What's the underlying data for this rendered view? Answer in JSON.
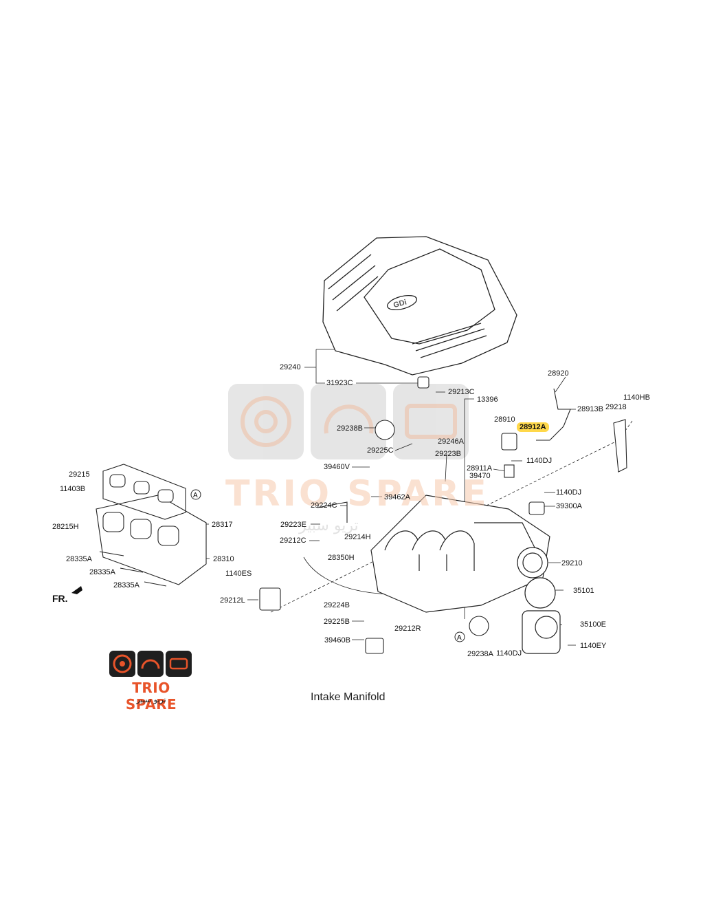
{
  "caption": "Intake Manifold",
  "front_marker": "FR.",
  "watermark": {
    "text": "TRIO SPARE",
    "arabic": "تريو سبير"
  },
  "logo": {
    "name": "TRIO SPARE",
    "arabic": "تريو سبير",
    "accent": "#e8542a",
    "tile_color": "#1f1f1f"
  },
  "colors": {
    "highlight": "#ffd84a",
    "line": "#222222"
  },
  "callouts": [
    {
      "text": "29240"
    },
    {
      "text": "31923C"
    },
    {
      "text": "29213C"
    },
    {
      "text": "13396"
    },
    {
      "text": "28920"
    },
    {
      "text": "28913B"
    },
    {
      "text": "1140HB"
    },
    {
      "text": "29218"
    },
    {
      "text": "28910"
    },
    {
      "text": "28912A",
      "highlight": true
    },
    {
      "text": "29238B"
    },
    {
      "text": "29246A"
    },
    {
      "text": "29225C"
    },
    {
      "text": "29223B"
    },
    {
      "text": "39460V"
    },
    {
      "text": "28911A"
    },
    {
      "text": "39470"
    },
    {
      "text": "1140DJ"
    },
    {
      "text": "29215"
    },
    {
      "text": "11403B"
    },
    {
      "text": "39462A"
    },
    {
      "text": "1140DJ"
    },
    {
      "text": "39300A"
    },
    {
      "text": "29224C"
    },
    {
      "text": "28215H"
    },
    {
      "text": "28317"
    },
    {
      "text": "29223E"
    },
    {
      "text": "29214H"
    },
    {
      "text": "29212C"
    },
    {
      "text": "28350H"
    },
    {
      "text": "28335A"
    },
    {
      "text": "28310"
    },
    {
      "text": "28335A"
    },
    {
      "text": "1140ES"
    },
    {
      "text": "29210"
    },
    {
      "text": "28335A"
    },
    {
      "text": "35101"
    },
    {
      "text": "29212L"
    },
    {
      "text": "29224B"
    },
    {
      "text": "35100E"
    },
    {
      "text": "29225B"
    },
    {
      "text": "29212R"
    },
    {
      "text": "1140EY"
    },
    {
      "text": "39460B"
    },
    {
      "text": "29238A"
    },
    {
      "text": "1140DJ"
    }
  ],
  "reference_markers": [
    "A",
    "A"
  ],
  "cover_badge": "GDi"
}
